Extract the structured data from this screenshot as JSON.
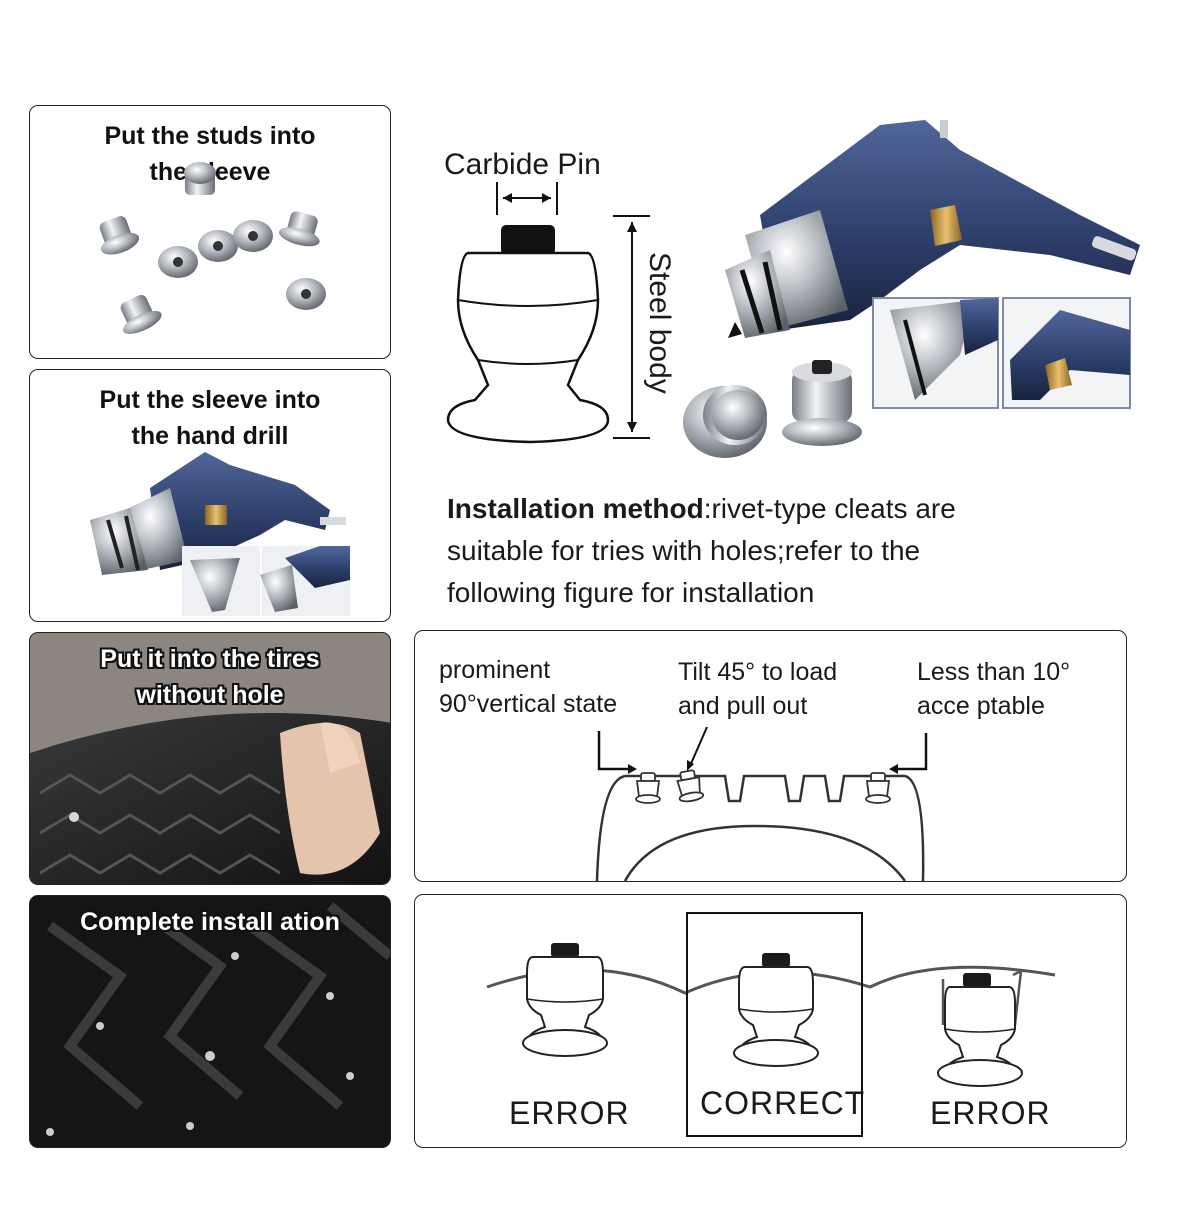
{
  "steps": [
    {
      "title_line1": "Put the studs into",
      "title_line2": "the sleeve"
    },
    {
      "title_line1": "Put the sleeve into",
      "title_line2": "the hand drill"
    },
    {
      "title_line1": "Put it into the tires",
      "title_line2": "without hole"
    },
    {
      "title_line1": "Complete install ation",
      "title_line2": ""
    }
  ],
  "diagram": {
    "carbide_pin_label": "Carbide Pin",
    "steel_body_label": "Steel body"
  },
  "installation": {
    "heading": "Installation method",
    "text_line1": ":rivet-type cleats are",
    "text_line2": "suitable for tries with holes;refer to the",
    "text_line3": "following figure for installation"
  },
  "states": {
    "prominent_line1": "prominent",
    "prominent_line2": "90°vertical state",
    "tilt_line1": "Tilt 45° to load",
    "tilt_line2": "and pull out",
    "less_line1": "Less than 10°",
    "less_line2": "acce ptable"
  },
  "verdicts": {
    "left": "ERROR",
    "center": "CORRECT",
    "right": "ERROR"
  },
  "colors": {
    "drill_blue": "#2d3f6b",
    "chrome": "#c9ccd0",
    "brass": "#c89a45",
    "tire": "#1c1c1c"
  }
}
